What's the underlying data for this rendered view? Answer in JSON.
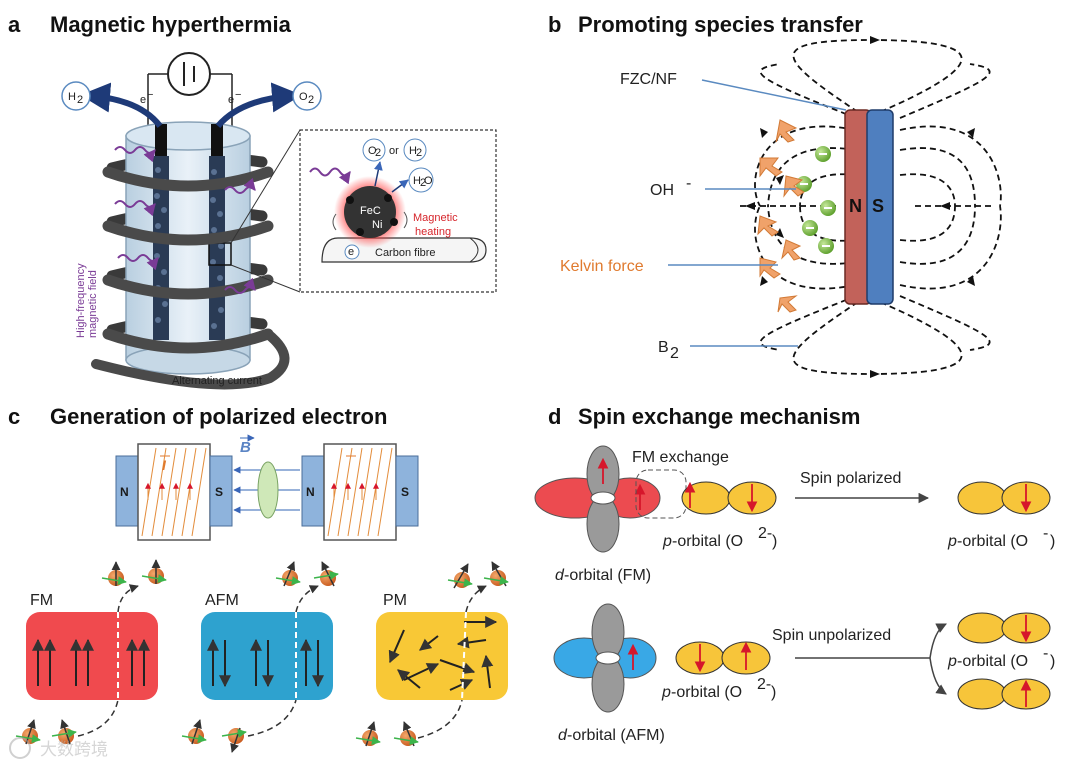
{
  "panel_a": {
    "letter": "a",
    "title": "Magnetic hyperthermia",
    "h2": "H",
    "h2_sub": "2",
    "o2": "O",
    "o2_sub": "2",
    "e_left": "e",
    "e_right": "e",
    "e_sup": "−",
    "field_label_1": "High-frequency",
    "field_label_2": "magnetic field",
    "alt_current": "Alternating current",
    "inset_o2": "O",
    "inset_o2_sub": "2",
    "inset_or": "or",
    "inset_h2": "H",
    "inset_h2_sub": "2",
    "inset_h2o": "H",
    "inset_h2o_sub": "2",
    "inset_h2o_end": "O",
    "fec": "FeC",
    "ni": "Ni",
    "magnetic_heating_1": "Magnetic",
    "magnetic_heating_2": "heating",
    "inset_e": "e",
    "carbon_fibre": "Carbon fibre"
  },
  "panel_b": {
    "letter": "b",
    "title": "Promoting species transfer",
    "fzc": "FZC/NF",
    "oh": "OH",
    "oh_sup": "-",
    "kelvin": "Kelvin force",
    "b2": "B",
    "b2_sub": "2",
    "n": "N",
    "s": "S",
    "colors": {
      "north": "#c2625a",
      "south": "#4f7fbf",
      "kelvin": "#e0863a",
      "ion": "#7cb342"
    }
  },
  "panel_c": {
    "letter": "c",
    "title": "Generation of polarized electron",
    "b_vec": "B",
    "i_vec": "I",
    "n1": "N",
    "s1": "S",
    "n2": "N",
    "s2": "S",
    "fm": "FM",
    "afm": "AFM",
    "pm": "PM",
    "colors": {
      "fm": "#f04a4e",
      "afm": "#2ea2cf",
      "pm": "#f8c836"
    }
  },
  "panel_d": {
    "letter": "d",
    "title": "Spin exchange mechanism",
    "fm_exchange": "FM exchange",
    "spin_polarized": "Spin polarized",
    "spin_unpolarized": "Spin unpolarized",
    "p_o2_1": "p",
    "p_o2_1_rest": "-orbital (O",
    "p_o2_1_sup": "2-",
    "p_o2_1_end": ")",
    "p_o_1": "p",
    "p_o_1_rest": "-orbital (O",
    "p_o_1_sup": "-",
    "p_o_1_end": ")",
    "d_fm": "d",
    "d_fm_rest": "-orbital (FM)",
    "p_o2_2": "p",
    "p_o2_2_rest": "-orbital (O",
    "p_o2_2_sup": "2-",
    "p_o2_2_end": ")",
    "p_o_2": "p",
    "p_o_2_rest": "-orbital (O",
    "p_o_2_sup": "-",
    "p_o_2_end": ")",
    "d_afm": "d",
    "d_afm_rest": "-orbital (AFM)",
    "colors": {
      "red_lobe": "#ec4b50",
      "blue_lobe": "#39a8e6",
      "yellow": "#f7c53a",
      "grey": "#9a9a9a"
    }
  },
  "watermark": "大数跨境"
}
